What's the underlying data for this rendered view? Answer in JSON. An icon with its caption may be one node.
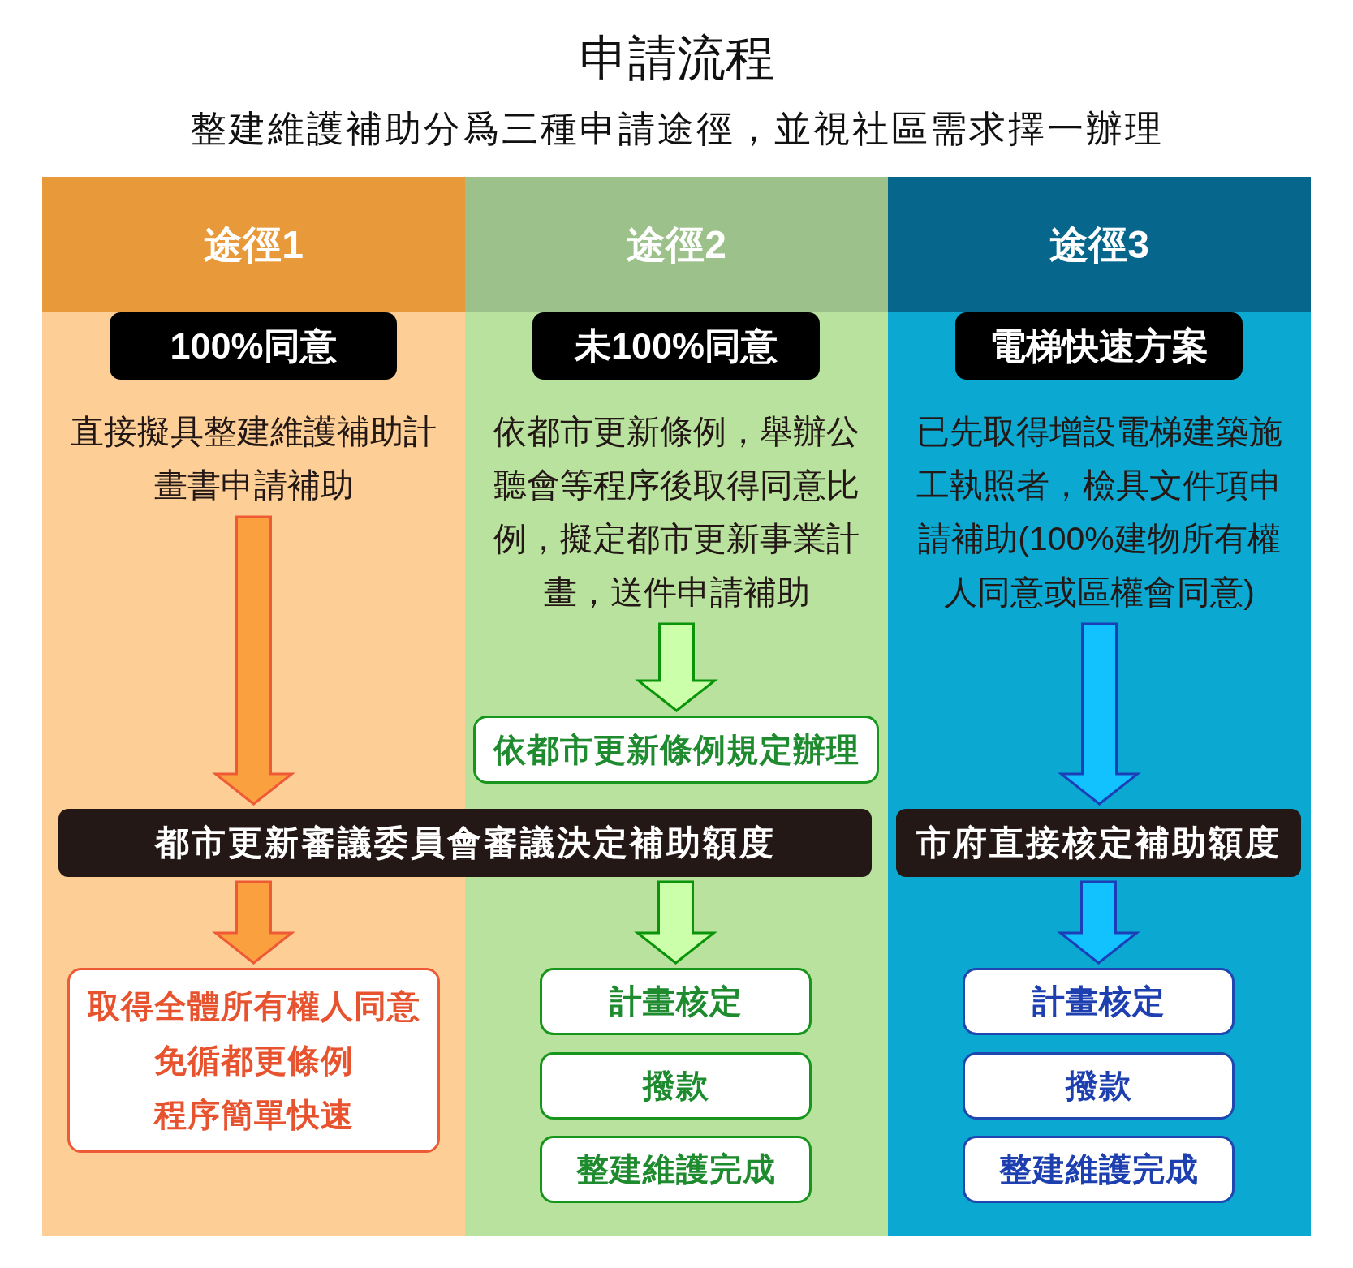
{
  "diagram": {
    "title": "申請流程",
    "nodes": [
      {
        "text": [
          "途徑1"
        ]
      },
      {
        "text": [
          "100%同意"
        ],
        "in": 0
      },
      {
        "text": [
          "直接擬具整建維護補助計畫書申請補助"
        ],
        "in": 0
      },
      {
        "text": [
          "途徑2"
        ]
      },
      {
        "text": [
          "未100%同意"
        ],
        "in": 3
      },
      {
        "text": [
          "依都市更新條例，舉辦公聽會等程序後取得同意比例，擬定都市更新事業計畫，送件申請補助"
        ],
        "in": 3
      },
      {
        "text": [
          "依都市更新條例規定辦理"
        ],
        "in": 3
      },
      {
        "text": [
          "途徑3"
        ]
      },
      {
        "text": [
          "電梯快速方案"
        ],
        "in": 7
      },
      {
        "text": [
          "已先取得增設電梯建築施工執照者，檢具文件項申請補助(100%建物所有權人同意或區權會同意)"
        ],
        "in": 7
      },
      {
        "text": [
          "都市更新審議委員會審議決定補助額度"
        ]
      },
      {
        "text": [
          "市府直接核定補助額度"
        ],
        "in": 7
      },
      {
        "text": [
          "取得全體所有權人同意",
          "免循都更條例",
          "程序簡單快速"
        ],
        "in": 0
      },
      {
        "text": [
          "計畫核定"
        ],
        "in": 3
      },
      {
        "text": [
          "撥款"
        ],
        "in": 3
      },
      {
        "text": [
          "整建維護完成"
        ],
        "in": 3
      },
      {
        "text": [
          "計畫核定"
        ],
        "in": 7
      },
      {
        "text": [
          "撥款"
        ],
        "in": 7
      },
      {
        "text": [
          "整建維護完成"
        ],
        "in": 7
      }
    ],
    "edges": [
      {
        "from": 2,
        "to": 10,
        "arrow": "to",
        "color": "#ee5a36"
      },
      {
        "from": 5,
        "to": 6,
        "arrow": "to",
        "color": "#0a940a"
      },
      {
        "from": 9,
        "to": 11,
        "arrow": "to",
        "color": "#1b3fb8"
      },
      {
        "from": 10,
        "to": 12,
        "arrow": "to",
        "color": "#ee5a36"
      },
      {
        "from": 10,
        "to": 13,
        "arrow": "to",
        "color": "#0a940a"
      },
      {
        "from": 11,
        "to": 16,
        "arrow": "to",
        "color": "#1b3fb8"
      }
    ],
    "labels": [
      "整建維護補助分爲三種申請途徑，並視社區需求擇一辦理"
    ]
  }
}
